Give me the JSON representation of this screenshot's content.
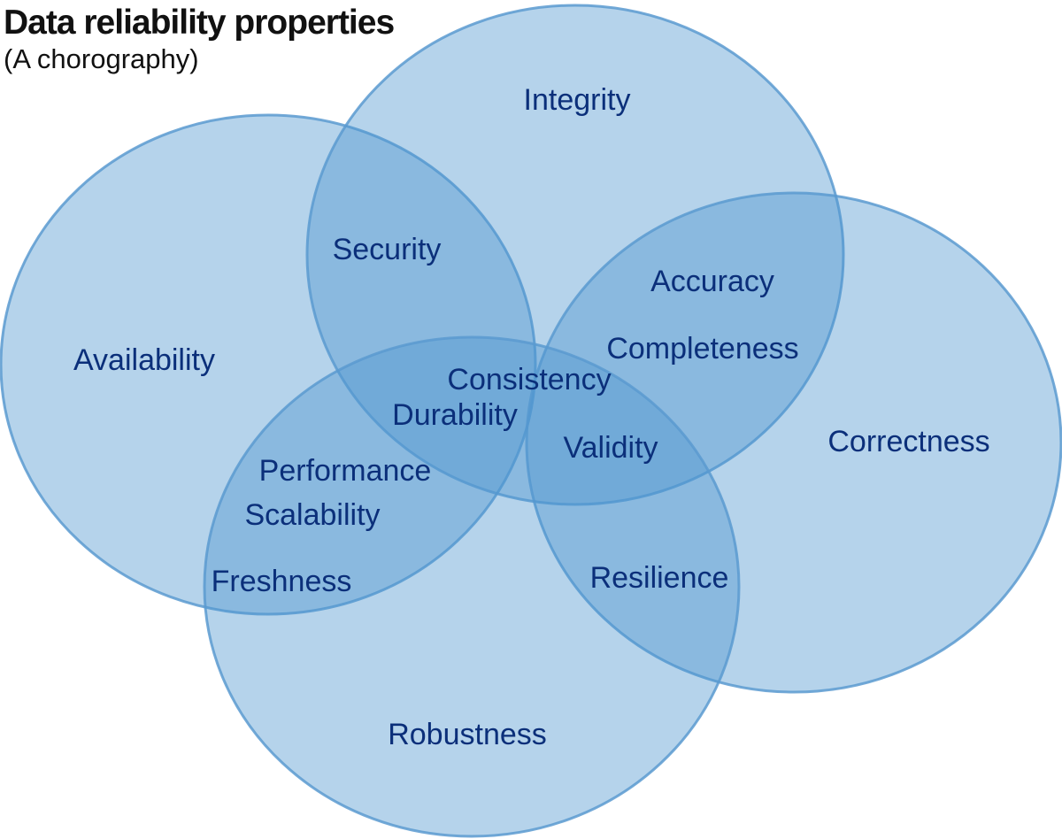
{
  "header": {
    "title": "Data reliability properties",
    "subtitle": "(A chorography)"
  },
  "labels": {
    "integrity": "Integrity",
    "security": "Security",
    "accuracy": "Accuracy",
    "completeness": "Completeness",
    "availability": "Availability",
    "consistency": "Consistency",
    "durability": "Durability",
    "validity": "Validity",
    "correctness": "Correctness",
    "performance": "Performance",
    "scalability": "Scalability",
    "freshness": "Freshness",
    "resilience": "Resilience",
    "robustness": "Robustness"
  },
  "colors": {
    "circle_fill": "#4f95cf",
    "label_text": "#0b2f7a"
  }
}
